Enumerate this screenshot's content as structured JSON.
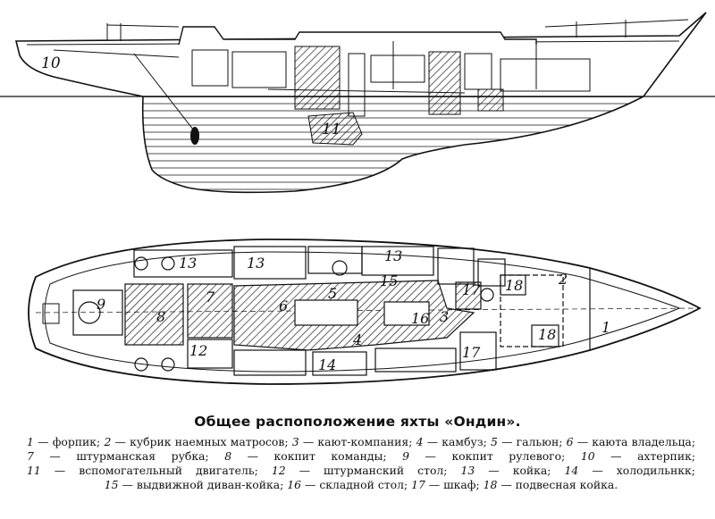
{
  "title": "Общее распоположение яхты «Ондин».",
  "profile_labels": [
    "10",
    "11"
  ],
  "plan_labels": [
    "1",
    "2",
    "3",
    "4",
    "5",
    "6",
    "7",
    "8",
    "9",
    "12",
    "13",
    "14",
    "15",
    "16",
    "17",
    "18"
  ],
  "legend": [
    {
      "num": "1",
      "text": "форпик"
    },
    {
      "num": "2",
      "text": "кубрик наемных матросов"
    },
    {
      "num": "3",
      "text": "кают-компания"
    },
    {
      "num": "4",
      "text": "камбуз"
    },
    {
      "num": "5",
      "text": "гальюн"
    },
    {
      "num": "6",
      "text": "каюта владельца"
    },
    {
      "num": "7",
      "text": "штурманская рубка"
    },
    {
      "num": "8",
      "text": "кокпит команды"
    },
    {
      "num": "9",
      "text": "кокпит рулевого"
    },
    {
      "num": "10",
      "text": "ахтерпик"
    },
    {
      "num": "11",
      "text": "вспомогательный двигатель"
    },
    {
      "num": "12",
      "text": "штурманский стол"
    },
    {
      "num": "13",
      "text": "койка"
    },
    {
      "num": "14",
      "text": "холодильнкк"
    },
    {
      "num": "15",
      "text": "выдвижной диван-койка"
    },
    {
      "num": "16",
      "text": "складной стол"
    },
    {
      "num": "17",
      "text": "шкаф"
    },
    {
      "num": "18",
      "text": "подвесная койка."
    }
  ]
}
